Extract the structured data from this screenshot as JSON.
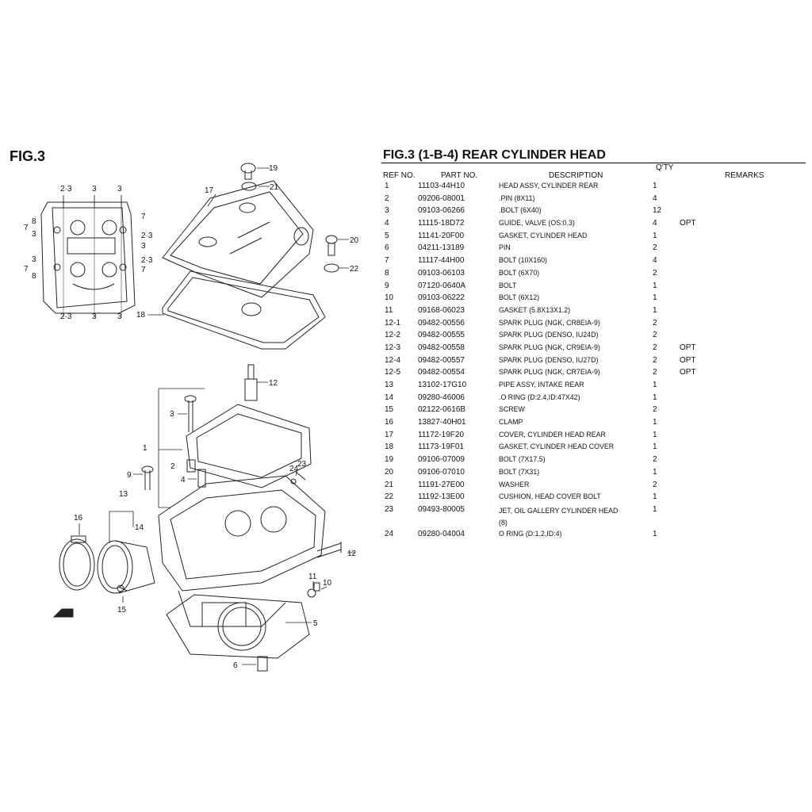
{
  "figure": {
    "label": "FIG.3"
  },
  "table": {
    "title": "FIG.3 (1-B-4) REAR CYLINDER HEAD",
    "headers": {
      "ref": "REF NO.",
      "part": "PART NO.",
      "description": "DESCRIPTION",
      "qty": "Q'TY",
      "remarks": "REMARKS"
    },
    "rows": [
      {
        "ref": "1",
        "part": "11103-44H10",
        "description": "HEAD ASSY, CYLINDER REAR",
        "qty": "1",
        "remarks": ""
      },
      {
        "ref": "2",
        "part": "09206-08001",
        "description": ".PIN (8X11)",
        "qty": "4",
        "remarks": ""
      },
      {
        "ref": "3",
        "part": "09103-06266",
        "description": ".BOLT (6X40)",
        "qty": "12",
        "remarks": ""
      },
      {
        "ref": "4",
        "part": "11115-18D72",
        "description": "GUIDE, VALVE (OS:0.3)",
        "qty": "4",
        "remarks": "OPT"
      },
      {
        "ref": "5",
        "part": "11141-20F00",
        "description": "GASKET, CYLINDER HEAD",
        "qty": "1",
        "remarks": ""
      },
      {
        "ref": "6",
        "part": "04211-13189",
        "description": "PIN",
        "qty": "2",
        "remarks": ""
      },
      {
        "ref": "7",
        "part": "11117-44H00",
        "description": "BOLT (10X160)",
        "qty": "4",
        "remarks": ""
      },
      {
        "ref": "8",
        "part": "09103-06103",
        "description": "BOLT (6X70)",
        "qty": "2",
        "remarks": ""
      },
      {
        "ref": "9",
        "part": "07120-0640A",
        "description": "BOLT",
        "qty": "1",
        "remarks": ""
      },
      {
        "ref": "10",
        "part": "09103-06222",
        "description": "BOLT (6X12)",
        "qty": "1",
        "remarks": ""
      },
      {
        "ref": "11",
        "part": "09168-06023",
        "description": "GASKET (5.8X13X1.2)",
        "qty": "1",
        "remarks": ""
      },
      {
        "ref": "12-1",
        "part": "09482-00556",
        "description": "SPARK PLUG (NGK, CR8EIA-9)",
        "qty": "2",
        "remarks": ""
      },
      {
        "ref": "12-2",
        "part": "09482-00555",
        "description": "SPARK PLUG (DENSO, IU24D)",
        "qty": "2",
        "remarks": ""
      },
      {
        "ref": "12-3",
        "part": "09482-00558",
        "description": "SPARK PLUG (NGK, CR9EIA-9)",
        "qty": "2",
        "remarks": "OPT"
      },
      {
        "ref": "12-4",
        "part": "09482-00557",
        "description": "SPARK PLUG (DENSO, IU27D)",
        "qty": "2",
        "remarks": "OPT"
      },
      {
        "ref": "12-5",
        "part": "09482-00554",
        "description": "SPARK PLUG (NGK, CR7EIA-9)",
        "qty": "2",
        "remarks": "OPT"
      },
      {
        "ref": "13",
        "part": "13102-17G10",
        "description": "PIPE ASSY, INTAKE REAR",
        "qty": "1",
        "remarks": ""
      },
      {
        "ref": "14",
        "part": "09280-46006",
        "description": ".O RING (D:2.4,ID:47X42)",
        "qty": "1",
        "remarks": ""
      },
      {
        "ref": "15",
        "part": "02122-0616B",
        "description": "SCREW",
        "qty": "2",
        "remarks": ""
      },
      {
        "ref": "16",
        "part": "13827-40H01",
        "description": "CLAMP",
        "qty": "1",
        "remarks": ""
      },
      {
        "ref": "17",
        "part": "11172-19F20",
        "description": "COVER, CYLINDER HEAD REAR",
        "qty": "1",
        "remarks": ""
      },
      {
        "ref": "18",
        "part": "11173-19F01",
        "description": "GASKET, CYLINDER HEAD COVER",
        "qty": "1",
        "remarks": ""
      },
      {
        "ref": "19",
        "part": "09106-07009",
        "description": "BOLT (7X17.5)",
        "qty": "2",
        "remarks": ""
      },
      {
        "ref": "20",
        "part": "09106-07010",
        "description": "BOLT (7X31)",
        "qty": "1",
        "remarks": ""
      },
      {
        "ref": "21",
        "part": "11191-27E00",
        "description": "WASHER",
        "qty": "2",
        "remarks": ""
      },
      {
        "ref": "22",
        "part": "11192-13E00",
        "description": "CUSHION, HEAD COVER BOLT",
        "qty": "1",
        "remarks": ""
      },
      {
        "ref": "23",
        "part": "09493-80005",
        "description": "JET, OIL GALLERY CYLINDER HEAD (8)",
        "qty": "1",
        "remarks": ""
      },
      {
        "ref": "24",
        "part": "09280-04004",
        "description": "O RING (D:1.2,ID:4)",
        "qty": "1",
        "remarks": ""
      }
    ]
  },
  "callouts": {
    "n1": "1",
    "n2": "2",
    "n3": "3",
    "n4": "4",
    "n5": "5",
    "n6": "6",
    "n7": "7",
    "n8": "8",
    "n9": "9",
    "n10": "10",
    "n11": "11",
    "n12": "12",
    "n13": "13",
    "n14": "14",
    "n15": "15",
    "n16": "16",
    "n17": "17",
    "n18": "18",
    "n19": "19",
    "n20": "20",
    "n21": "21",
    "n22": "22",
    "n23": "23",
    "n24": "24",
    "n23b": "2·3"
  }
}
